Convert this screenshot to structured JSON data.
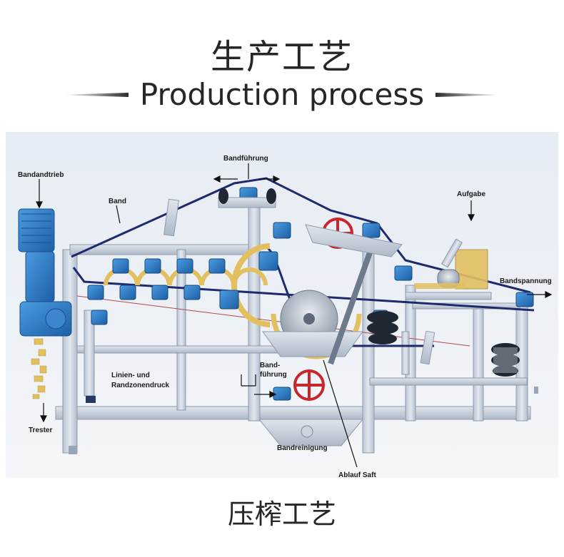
{
  "header": {
    "title_cn": "生产工艺",
    "title_en": "Production process"
  },
  "diagram": {
    "labels": {
      "bandandtrieb": "Bandandtrieb",
      "band": "Band",
      "bandfuehrung_top": "Bandführung",
      "aufgabe": "Aufgabe",
      "bandspannung": "Bandspannung",
      "linien_line1": "Linien- und",
      "linien_line2": "Randzonendruck",
      "bandfuehrung_mid_line1": "Band-",
      "bandfuehrung_mid_line2": "führung",
      "bandreinigung": "Bandreinigung",
      "ablauf_saft": "Ablauf Saft",
      "trester": "Trester"
    },
    "colors": {
      "frame": "#c9d2de",
      "frame_edge": "#9aa6b6",
      "motor": "#2f6fb5",
      "roller_blue": "#2b7fc9",
      "belt": "#1e2a6e",
      "pulp": "#e2c060",
      "handwheel": "#c8262b"
    }
  },
  "footer": {
    "title_cn": "压榨工艺"
  }
}
